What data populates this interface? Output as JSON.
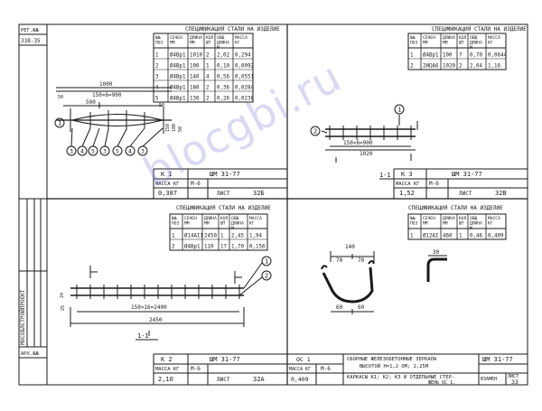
{
  "sidebar": {
    "reg_no_label": "РЕГ.№№",
    "reg_no_value": "338-35",
    "archive_label": "АРХ.№№",
    "rotated_text": "МОСОБЛСТРОЙПРОЕКТ"
  },
  "panels": {
    "k1": {
      "spec_title": "СПЕЦИФИКАЦИЯ СТАЛИ НА ИЗДЕЛИЕ",
      "headers": [
        "№№ ПОЗ",
        "СЕЧЕН ММ",
        "ДЛИНА ММ",
        "КОЛ ШТ",
        "ОБЩ ДЛИНА М",
        "МАССА КГ"
      ],
      "rows": [
        [
          "1",
          "Ø4Вр1",
          "1010",
          "2",
          "2,02",
          "0,294"
        ],
        [
          "2",
          "Ø4Вр1",
          "100",
          "1",
          "0,10",
          "0,0092"
        ],
        [
          "3",
          "Ø4Вр1",
          "140",
          "4",
          "0,56",
          "0,0551"
        ],
        [
          "4",
          "Ø4Вр1",
          "180",
          "2",
          "0,36",
          "0,0284"
        ],
        [
          "5",
          "Ø4Вр1",
          "130",
          "2",
          "0,26",
          "0,0238"
        ]
      ],
      "dims": [
        "1000",
        "150×6=900",
        "500",
        "50",
        "50",
        "150",
        "180",
        "50"
      ],
      "callouts": [
        "1",
        "3",
        "4",
        "5",
        "3",
        "5",
        "4",
        "3"
      ],
      "mark": "К 1",
      "doc": "ШМ 31-77",
      "mass_label": "МАССА КГ",
      "concrete": "М-6",
      "mass_value": "0,387",
      "sheet_label": "ЛИСТ",
      "sheet_no": "32Б"
    },
    "k3": {
      "spec_title": "СПЕЦИФИКАЦИЯ СТАЛИ НА ИЗДЕЛИЕ",
      "headers": [
        "№№ ПОЗ",
        "СЕЧЕН ММ",
        "ДЛИНА ММ",
        "КОЛ ШТ",
        "ОБЩ ДЛИНА М",
        "МАССА КГ"
      ],
      "rows": [
        [
          "1",
          "Ø4Вр1",
          "100",
          "7",
          "0,70",
          "0,0644"
        ],
        [
          "2",
          "2ИΩА6",
          "1020",
          "2",
          "2,04",
          "1,16"
        ]
      ],
      "dims": [
        "150×6=900",
        "1020"
      ],
      "callouts": [
        "2",
        "1"
      ],
      "section": "1-1",
      "mark": "К 3",
      "doc": "ШМ 31-77",
      "mass_label": "МАССА КГ",
      "concrete": "М-6",
      "mass_value": "1,52",
      "sheet_label": "ЛИСТ",
      "sheet_no": "32В"
    },
    "k2": {
      "spec_title": "СПЕЦИФИКАЦИЯ СТАЛИ НА ИЗДЕЛИЕ",
      "headers": [
        "№№ ПОЗ",
        "СЕЧЕН ММ",
        "ДЛИНА ММ",
        "КОЛ ШТ",
        "ОБЩ ДЛИНА М",
        "МАССА КГ"
      ],
      "rows": [
        [
          "1",
          "Ø14АII",
          "2450",
          "1",
          "2,45",
          "1,94"
        ],
        [
          "2",
          "Ø4Вр1",
          "110",
          "17",
          "1,70",
          "0,156"
        ]
      ],
      "dims": [
        "150×16=2400",
        "2450",
        "24",
        "25"
      ],
      "callouts": [
        "1",
        "2"
      ],
      "section": "1-1",
      "mark": "К 2",
      "doc": "ШМ 31-77",
      "mass_label": "МАССА КГ",
      "concrete": "М-6",
      "mass_value": "2,10",
      "sheet_label": "ЛИСТ",
      "sheet_no": "32А"
    },
    "oc1": {
      "spec_title": "СПЕЦИФИКАЦИЯ СТАЛИ НА ИЗДЕЛИЕ",
      "headers": [
        "№№ ПОЗ",
        "СЕЧЕН ММ",
        "ДЛИНА ММ",
        "КОЛ ШТ",
        "ОБЩ ДЛИНА М",
        "МАССА КГ"
      ],
      "rows": [
        [
          "1",
          "Ø12АI",
          "460",
          "1",
          "0,46",
          "0,409"
        ]
      ],
      "dims": [
        "140",
        "70",
        "70",
        "60",
        "60",
        "30"
      ],
      "mark": "ОС 1",
      "mass_label": "МАССА КГ",
      "concrete": "М-6",
      "mass_value": "0,409",
      "title_line1": "СБОРНЫЕ ЖЕЛЕЗОБЕТОННЫЕ ЗЕРКАЛА",
      "title_line2": "ВЫСОТОЙ Н=1,2 ОМ; 2,25М",
      "title_line3": "КАРКАСЫ К1; К2; К3 И ОТДЕЛЬНЫЕ СТЕР-",
      "title_line4": "ЖЕНЬ ОС 1.",
      "doc": "ШМ 31-77",
      "sheet_label": "ЛИСТ",
      "sheet_no": "33",
      "stage_label": "ВЗАМЕН"
    }
  },
  "watermark": "blocgbi.ru"
}
